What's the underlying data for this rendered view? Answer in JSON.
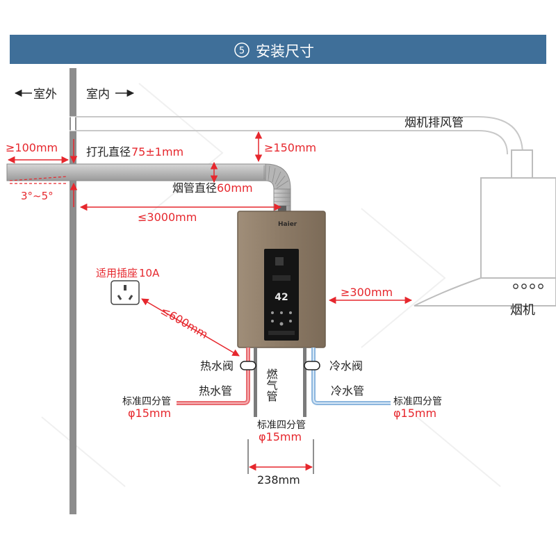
{
  "header": {
    "step_number": "5",
    "title": "安装尺寸"
  },
  "wall": {
    "outdoor_label": "室外",
    "indoor_label": "室内"
  },
  "hood_exhaust": {
    "label": "烟机排风管"
  },
  "range_hood": {
    "label": "烟机"
  },
  "heater": {
    "brand": "Haier",
    "temperature": "42"
  },
  "dimensions": {
    "outer_extension": "≥100mm",
    "hole_diameter_prefix": "打孔直径",
    "hole_diameter_value": "75±1mm",
    "top_clearance": "≥150mm",
    "slope": "3°~5°",
    "flue_diameter_prefix": "烟管直径",
    "flue_diameter_value": "60mm",
    "flue_length": "≤3000mm",
    "side_clearance": "≥300mm",
    "socket_distance": "≤600mm",
    "pipe_spacing": "238mm"
  },
  "socket": {
    "prefix": "适用插座",
    "value": "10A"
  },
  "fittings": {
    "hot_valve": "热水阀",
    "cold_valve": "冷水阀",
    "gas_label": "燃气管",
    "hot_pipe": "热水管",
    "cold_pipe": "冷水管",
    "std_pipe": "标准四分管",
    "pipe_diameter": "φ15mm"
  },
  "colors": {
    "header_bar": "#3f6f99",
    "wall": "#8d8d8d",
    "dimension_red": "#e6272d",
    "hot_pipe": "#e86a6f",
    "cold_pipe": "#9ec4e6",
    "heater_body": "#8e7c68",
    "text": "#222222"
  }
}
